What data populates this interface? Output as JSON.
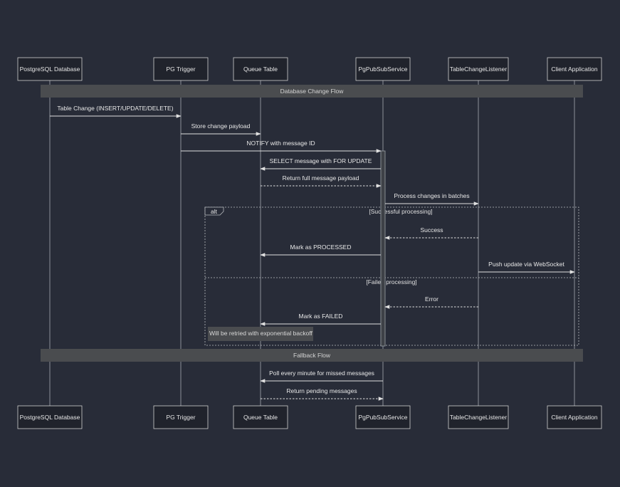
{
  "participants": [
    {
      "id": "pg",
      "label": "PostgreSQL Database"
    },
    {
      "id": "trigger",
      "label": "PG Trigger"
    },
    {
      "id": "queue",
      "label": "Queue Table"
    },
    {
      "id": "service",
      "label": "PgPubSubService"
    },
    {
      "id": "listener",
      "label": "TableChangeListener"
    },
    {
      "id": "client",
      "label": "Client Application"
    }
  ],
  "sections": {
    "database_change_flow": "Database Change Flow",
    "fallback_flow": "Fallback Flow"
  },
  "messages": [
    {
      "from": "pg",
      "to": "trigger",
      "text": "Table Change (INSERT/UPDATE/DELETE)",
      "style": "solid"
    },
    {
      "from": "trigger",
      "to": "queue",
      "text": "Store change payload",
      "style": "solid"
    },
    {
      "from": "trigger",
      "to": "service",
      "text": "NOTIFY with message ID",
      "style": "solid"
    },
    {
      "from": "service",
      "to": "queue",
      "text": "SELECT message with FOR UPDATE",
      "style": "solid"
    },
    {
      "from": "queue",
      "to": "service",
      "text": "Return full message payload",
      "style": "dashed"
    },
    {
      "from": "service",
      "to": "listener",
      "text": "Process changes in batches",
      "style": "solid"
    },
    {
      "from": "listener",
      "to": "service",
      "text": "Success",
      "style": "dashed"
    },
    {
      "from": "service",
      "to": "queue",
      "text": "Mark as PROCESSED",
      "style": "solid"
    },
    {
      "from": "listener",
      "to": "client",
      "text": "Push update via WebSocket",
      "style": "solid"
    },
    {
      "from": "listener",
      "to": "service",
      "text": "Error",
      "style": "dashed"
    },
    {
      "from": "service",
      "to": "queue",
      "text": "Mark as FAILED",
      "style": "solid"
    },
    {
      "from": "service",
      "to": "queue",
      "text": "Poll every minute for missed messages",
      "style": "solid"
    },
    {
      "from": "queue",
      "to": "service",
      "text": "Return pending messages",
      "style": "dashed"
    }
  ],
  "alt": {
    "label": "alt",
    "conditions": [
      "[Successful processing]",
      "[Failed processing]"
    ]
  },
  "note": "Will be retried with exponential backoff",
  "colors": {
    "background": "#282c38",
    "participant_fill": "#20232c",
    "band_fill": "#4a4c4f",
    "line": "#e0e0e0"
  }
}
